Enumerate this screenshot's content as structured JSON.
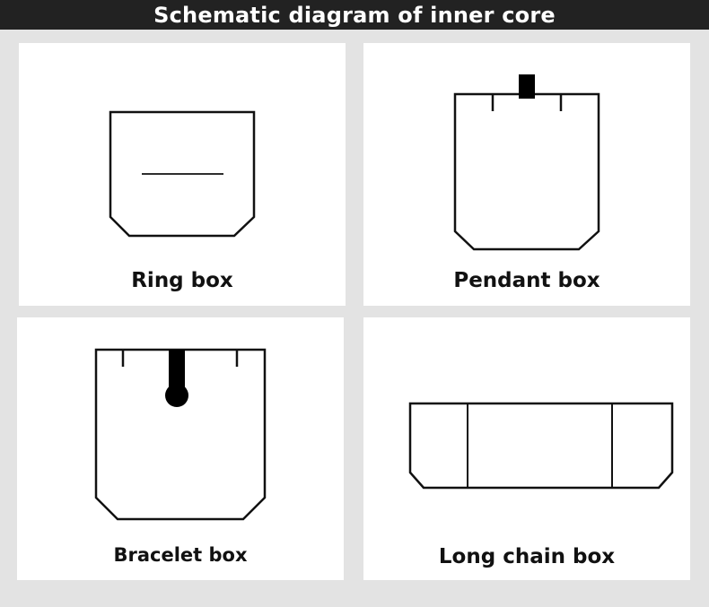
{
  "header": {
    "title": "Schematic diagram of inner core"
  },
  "panels": [
    {
      "label": "Ring box",
      "shape": "ring-box-outline"
    },
    {
      "label": "Pendant box",
      "shape": "pendant-box-outline"
    },
    {
      "label": "Bracelet box",
      "shape": "bracelet-box-outline"
    },
    {
      "label": "Long chain box",
      "shape": "long-chain-box-outline"
    }
  ],
  "colors": {
    "header_bg": "#222222",
    "page_bg": "#e3e3e3",
    "panel_bg": "#ffffff",
    "stroke": "#111111"
  }
}
